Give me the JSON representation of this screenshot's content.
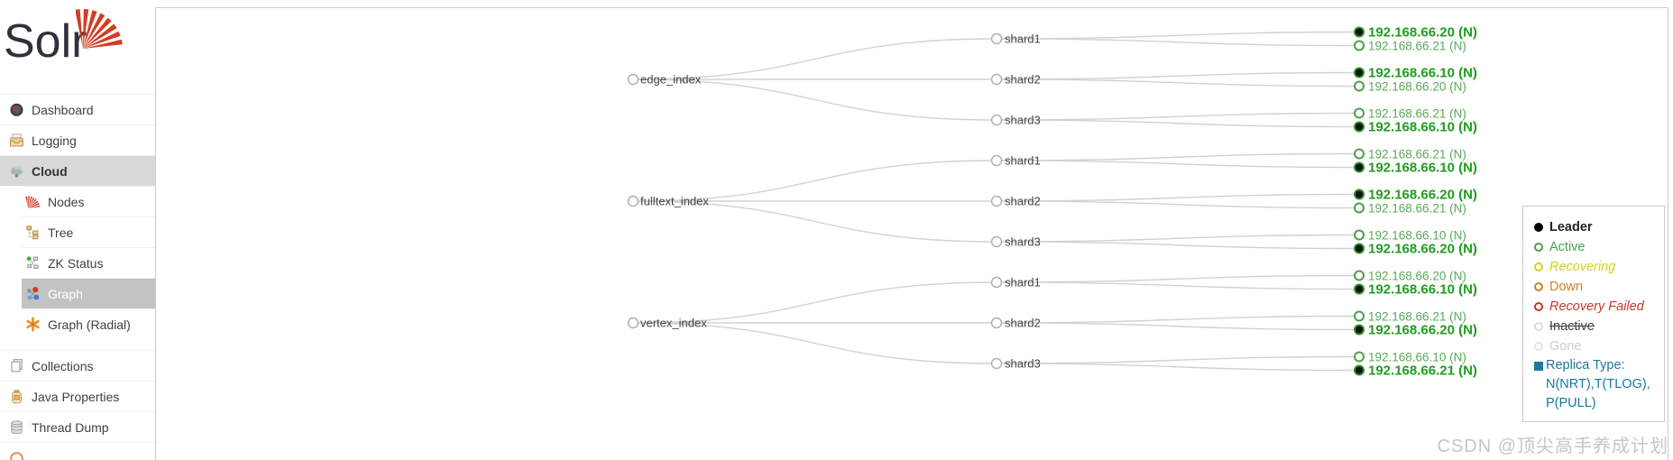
{
  "app": {
    "name": "Solr"
  },
  "sidebar": {
    "items": [
      {
        "id": "dashboard",
        "label": "Dashboard",
        "icon": "dashboard-icon",
        "level": 0
      },
      {
        "id": "logging",
        "label": "Logging",
        "icon": "logging-icon",
        "level": 0
      },
      {
        "id": "cloud",
        "label": "Cloud",
        "icon": "cloud-icon",
        "level": 0,
        "selected": true
      },
      {
        "id": "nodes",
        "label": "Nodes",
        "icon": "nodes-icon",
        "level": 1
      },
      {
        "id": "tree",
        "label": "Tree",
        "icon": "tree-icon",
        "level": 1
      },
      {
        "id": "zk-status",
        "label": "ZK Status",
        "icon": "zk-status-icon",
        "level": 1
      },
      {
        "id": "graph",
        "label": "Graph",
        "icon": "graph-icon",
        "level": 1,
        "active": true
      },
      {
        "id": "graph-radial",
        "label": "Graph (Radial)",
        "icon": "graph-radial-icon",
        "level": 1
      },
      {
        "id": "collections",
        "label": "Collections",
        "icon": "collections-icon",
        "level": 0
      },
      {
        "id": "java-properties",
        "label": "Java Properties",
        "icon": "java-properties-icon",
        "level": 0
      },
      {
        "id": "thread-dump",
        "label": "Thread Dump",
        "icon": "thread-dump-icon",
        "level": 0
      },
      {
        "id": "partial-bottom",
        "label": "",
        "icon": "partial-circle-icon",
        "level": 0
      }
    ]
  },
  "graph": {
    "collections": [
      {
        "name": "edge_index",
        "shards": [
          {
            "name": "shard1",
            "replicas": [
              {
                "host": "192.168.66.20 (N)",
                "state": "leader"
              },
              {
                "host": "192.168.66.21 (N)",
                "state": "active"
              }
            ]
          },
          {
            "name": "shard2",
            "replicas": [
              {
                "host": "192.168.66.10 (N)",
                "state": "leader"
              },
              {
                "host": "192.168.66.20 (N)",
                "state": "active"
              }
            ]
          },
          {
            "name": "shard3",
            "replicas": [
              {
                "host": "192.168.66.21 (N)",
                "state": "active"
              },
              {
                "host": "192.168.66.10 (N)",
                "state": "leader"
              }
            ]
          }
        ]
      },
      {
        "name": "fulltext_index",
        "shards": [
          {
            "name": "shard1",
            "replicas": [
              {
                "host": "192.168.66.21 (N)",
                "state": "active"
              },
              {
                "host": "192.168.66.10 (N)",
                "state": "leader"
              }
            ]
          },
          {
            "name": "shard2",
            "replicas": [
              {
                "host": "192.168.66.20 (N)",
                "state": "leader"
              },
              {
                "host": "192.168.66.21 (N)",
                "state": "active"
              }
            ]
          },
          {
            "name": "shard3",
            "replicas": [
              {
                "host": "192.168.66.10 (N)",
                "state": "active"
              },
              {
                "host": "192.168.66.20 (N)",
                "state": "leader"
              }
            ]
          }
        ]
      },
      {
        "name": "vertex_index",
        "shards": [
          {
            "name": "shard1",
            "replicas": [
              {
                "host": "192.168.66.20 (N)",
                "state": "active"
              },
              {
                "host": "192.168.66.10 (N)",
                "state": "leader"
              }
            ]
          },
          {
            "name": "shard2",
            "replicas": [
              {
                "host": "192.168.66.21 (N)",
                "state": "active"
              },
              {
                "host": "192.168.66.20 (N)",
                "state": "leader"
              }
            ]
          },
          {
            "name": "shard3",
            "replicas": [
              {
                "host": "192.168.66.10 (N)",
                "state": "active"
              },
              {
                "host": "192.168.66.21 (N)",
                "state": "leader"
              }
            ]
          }
        ]
      }
    ]
  },
  "legend": {
    "items": [
      {
        "label": "Leader",
        "state": "leader",
        "bold": true,
        "filled": true
      },
      {
        "label": "Active",
        "state": "active"
      },
      {
        "label": "Recovering",
        "state": "recovering",
        "italic": true
      },
      {
        "label": "Down",
        "state": "down"
      },
      {
        "label": "Recovery Failed",
        "state": "recovery_failed",
        "italic": true
      },
      {
        "label": "Inactive",
        "state": "inactive",
        "strikethrough": true
      },
      {
        "label": "Gone",
        "state": "gone"
      },
      {
        "label": "Replica Type:",
        "state": "replica_type",
        "square": true,
        "lines": [
          "N(NRT),T(TLOG),",
          "P(PULL)"
        ]
      }
    ]
  },
  "watermark": "CSDN @顶尖高手养成计划",
  "colors": {
    "brand_red": "#d13d26",
    "leader_text": "#1f9d1f",
    "active_text": "#5aa85a",
    "leader_ring": "#2a8f2a",
    "active_ring": "#4aa04a",
    "edge_line": "#d2d2d2",
    "legend_marker": {
      "leader": "#000000",
      "active": "#4aa04a",
      "recovering": "#d5ce21",
      "down": "#c9822c",
      "recovery_failed": "#c0392b",
      "inactive": "#dcdcdc",
      "gone": "#e4e4e4",
      "replica_type": "#1b7a9c"
    },
    "legend_text": {
      "leader": "#222222",
      "active": "#4aa04a",
      "recovering": "#d5ce21",
      "down": "#c9822c",
      "recovery_failed": "#c0392b",
      "inactive": "#3f3f3f",
      "gone": "#cccccc",
      "replica_type": "#1578a0"
    }
  }
}
